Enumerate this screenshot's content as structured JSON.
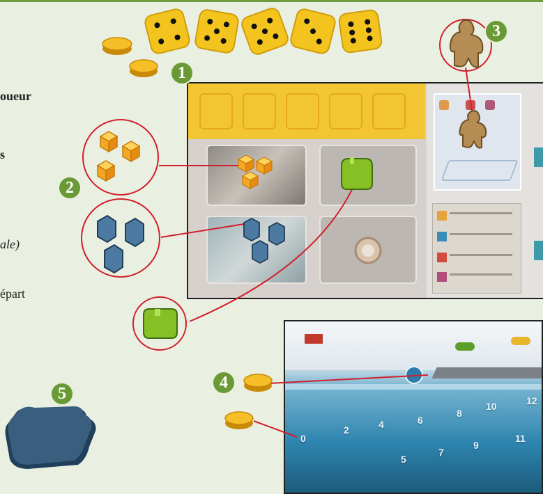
{
  "left_text": {
    "line1": "oueur",
    "line2": "s",
    "line3": "ale)",
    "line4": "épart"
  },
  "badges": [
    "1",
    "2",
    "3",
    "4",
    "5"
  ],
  "track_numbers": [
    "0",
    "2",
    "4",
    "6",
    "8",
    "10",
    "12",
    "5",
    "7",
    "9",
    "11"
  ],
  "colors": {
    "background": "#eaf0e1",
    "accent_green": "#6a9a35",
    "callout_red": "#d01f2c",
    "dice_yellow": "#f4c41e",
    "cube_orange": "#f4a61f",
    "cube_blue": "#4c7aa2",
    "token_green": "#86c024",
    "meeple": "#b48c54"
  },
  "icons": [
    "gold-coin-icon",
    "die-icon",
    "meeple-icon",
    "orange-cube-icon",
    "blue-hex-token-icon",
    "green-token-icon",
    "dark-blue-token-icon"
  ]
}
